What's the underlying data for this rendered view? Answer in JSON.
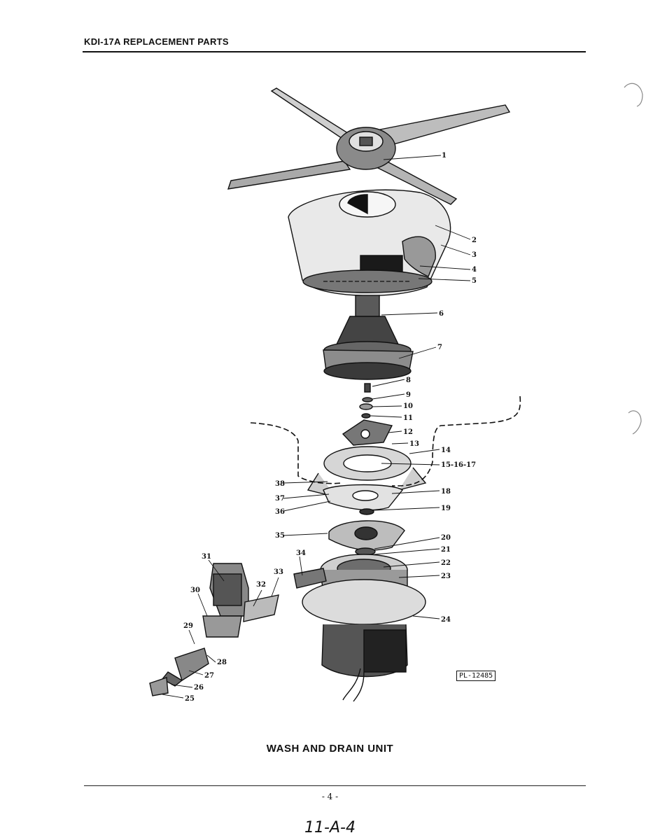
{
  "header": {
    "title": "KDI-17A REPLACEMENT PARTS"
  },
  "diagram": {
    "plate_ref": "PL-12485",
    "callouts": [
      "1",
      "2",
      "3",
      "4",
      "5",
      "6",
      "7",
      "8",
      "9",
      "10",
      "11",
      "12",
      "13",
      "14",
      "15-16-17",
      "18",
      "19",
      "20",
      "21",
      "22",
      "23",
      "24",
      "25",
      "26",
      "27",
      "28",
      "29",
      "30",
      "31",
      "32",
      "33",
      "34",
      "35",
      "36",
      "37",
      "38"
    ]
  },
  "caption": "WASH AND DRAIN UNIT",
  "footer": {
    "page_number": "- 4 -",
    "handwritten_ref": "11-A-4"
  }
}
